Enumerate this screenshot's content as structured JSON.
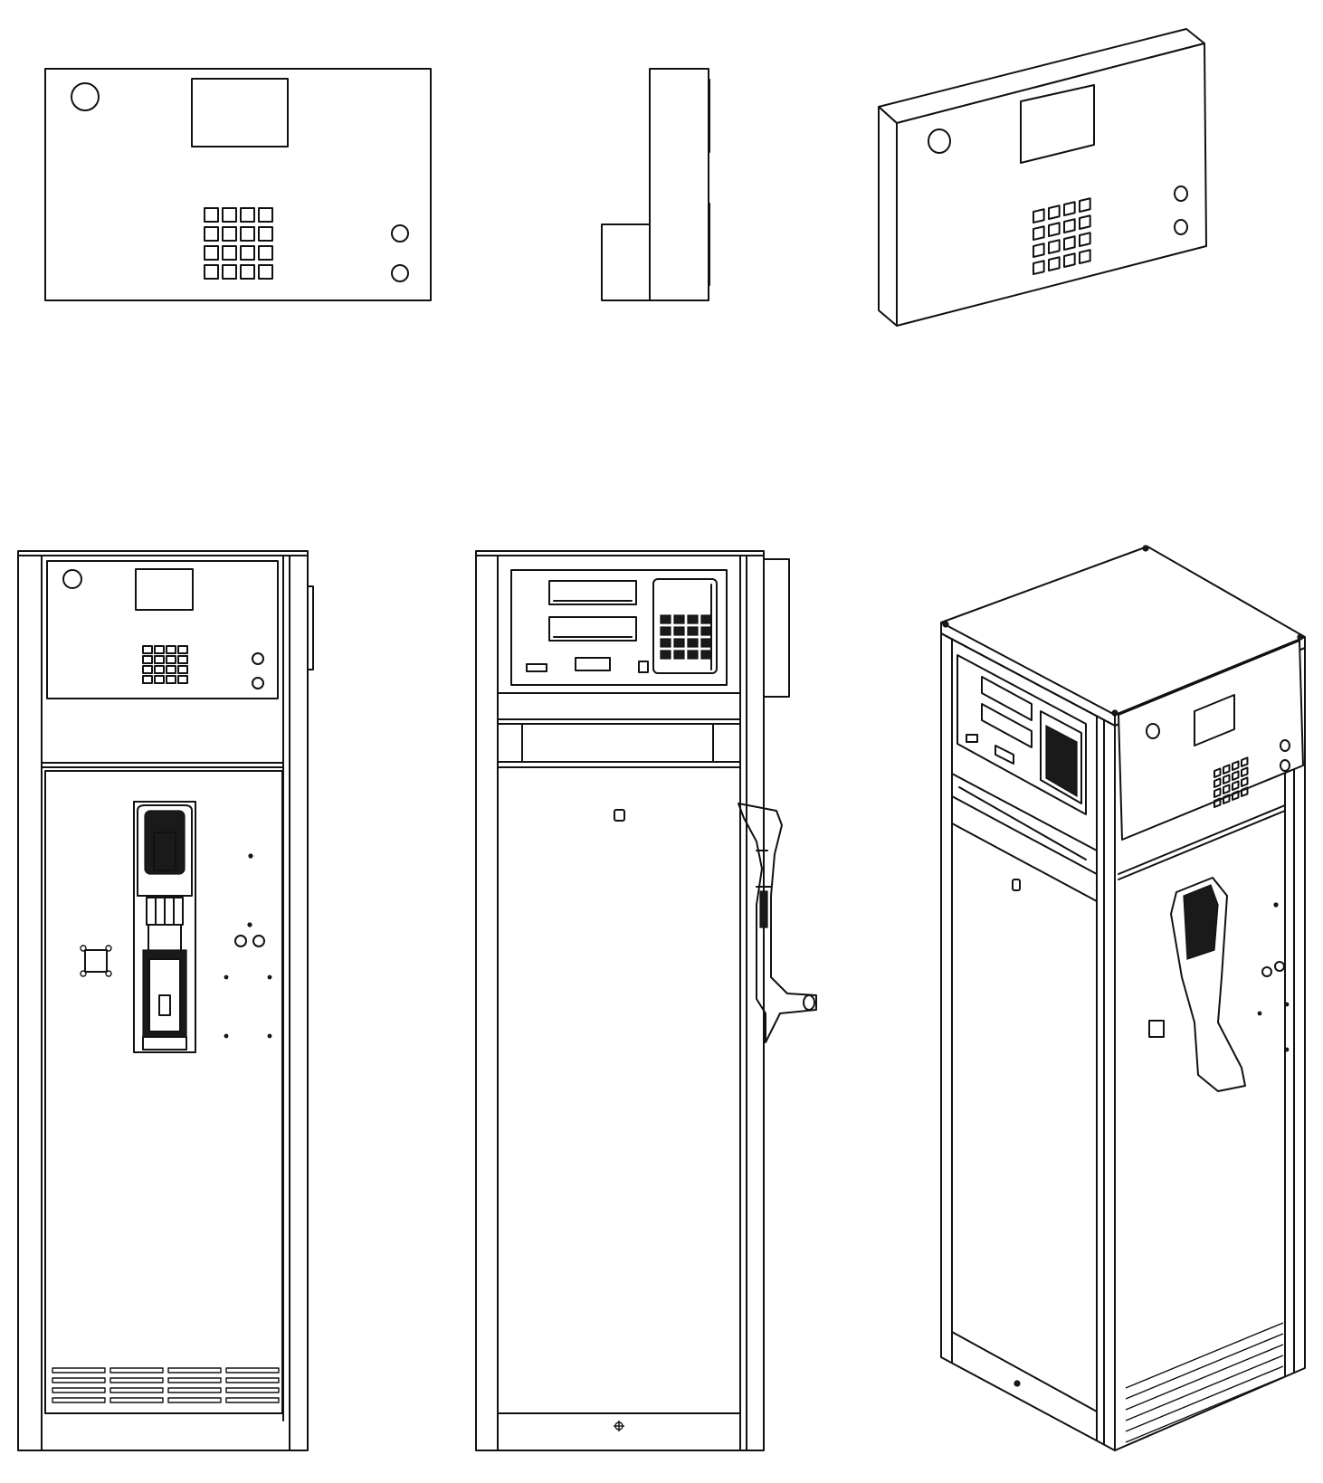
{
  "figure": {
    "views": [
      {
        "id": "panel-front",
        "kind": "terminal front view"
      },
      {
        "id": "panel-side",
        "kind": "terminal side view"
      },
      {
        "id": "panel-iso",
        "kind": "terminal isometric view"
      },
      {
        "id": "dispenser-front",
        "kind": "dispenser front view"
      },
      {
        "id": "dispenser-side",
        "kind": "dispenser side view"
      },
      {
        "id": "dispenser-iso",
        "kind": "dispenser isometric view"
      }
    ],
    "keypad": {
      "rows": 4,
      "cols": 4
    },
    "colors": {
      "line": "#111111",
      "background": "#ffffff"
    }
  }
}
